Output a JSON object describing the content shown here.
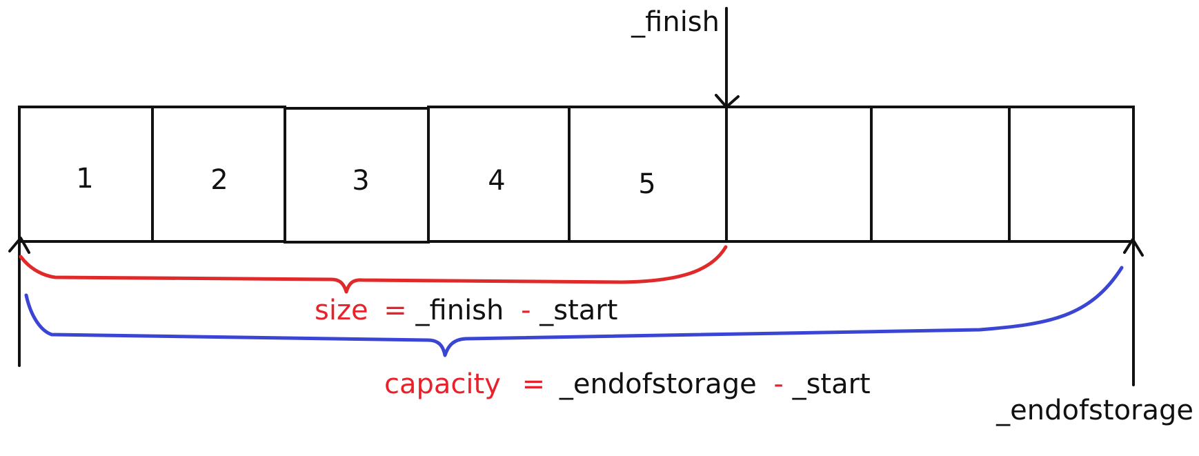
{
  "cells": [
    {
      "value": "1"
    },
    {
      "value": "2"
    },
    {
      "value": "3"
    },
    {
      "value": "4"
    },
    {
      "value": "5"
    },
    {
      "value": ""
    },
    {
      "value": ""
    },
    {
      "value": ""
    }
  ],
  "pointers": {
    "finish": "_finish",
    "endofstorage": "_endofstorage"
  },
  "size_formula": {
    "name": "size",
    "eq": "=",
    "lhs": "_finish",
    "minus": "-",
    "rhs": "_start"
  },
  "capacity_formula": {
    "name": "capacity",
    "eq": "=",
    "lhs": "_endofstorage",
    "minus": "-",
    "rhs": "_start"
  },
  "colors": {
    "ink": "#111111",
    "size_brace": "#e02a2a",
    "capacity_brace": "#3b45d4",
    "highlight_text": "#e8222a"
  }
}
